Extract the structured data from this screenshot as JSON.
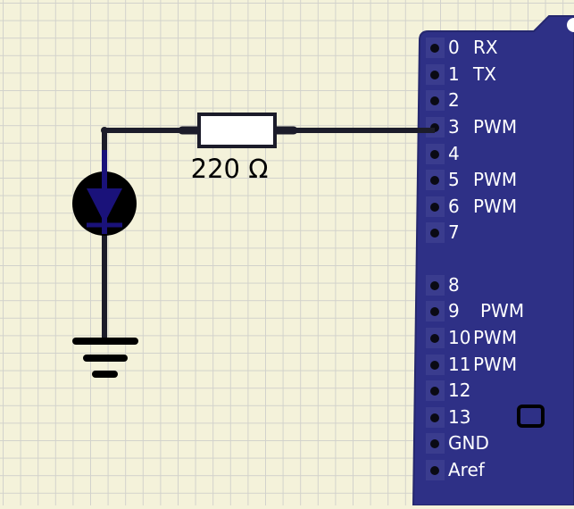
{
  "colors": {
    "background": "#f4f2da",
    "grid": "#d2d2cc",
    "board": "#2e3086",
    "wire": "#1c1c2a",
    "led": "#1a127a",
    "pin_label": "#ffffff",
    "resistor_body": "#ffffff"
  },
  "resistor": {
    "label": "220 Ω"
  },
  "board": {
    "pins": [
      {
        "number": "0",
        "function": "RX"
      },
      {
        "number": "1",
        "function": "TX"
      },
      {
        "number": "2",
        "function": ""
      },
      {
        "number": "3",
        "function": "PWM"
      },
      {
        "number": "4",
        "function": ""
      },
      {
        "number": "5",
        "function": "PWM"
      },
      {
        "number": "6",
        "function": "PWM"
      },
      {
        "number": "7",
        "function": ""
      },
      {
        "number": "8",
        "function": ""
      },
      {
        "number": "9",
        "function": "PWM"
      },
      {
        "number": "10",
        "function": "PWM"
      },
      {
        "number": "11",
        "function": "PWM"
      },
      {
        "number": "12",
        "function": ""
      },
      {
        "number": "13",
        "function": ""
      },
      {
        "number": "GND",
        "function": ""
      },
      {
        "number": "Aref",
        "function": ""
      }
    ]
  },
  "icons": {
    "led": "led-diode-icon",
    "ground": "ground-symbol-icon",
    "onboard_led": "onboard-led-icon"
  }
}
